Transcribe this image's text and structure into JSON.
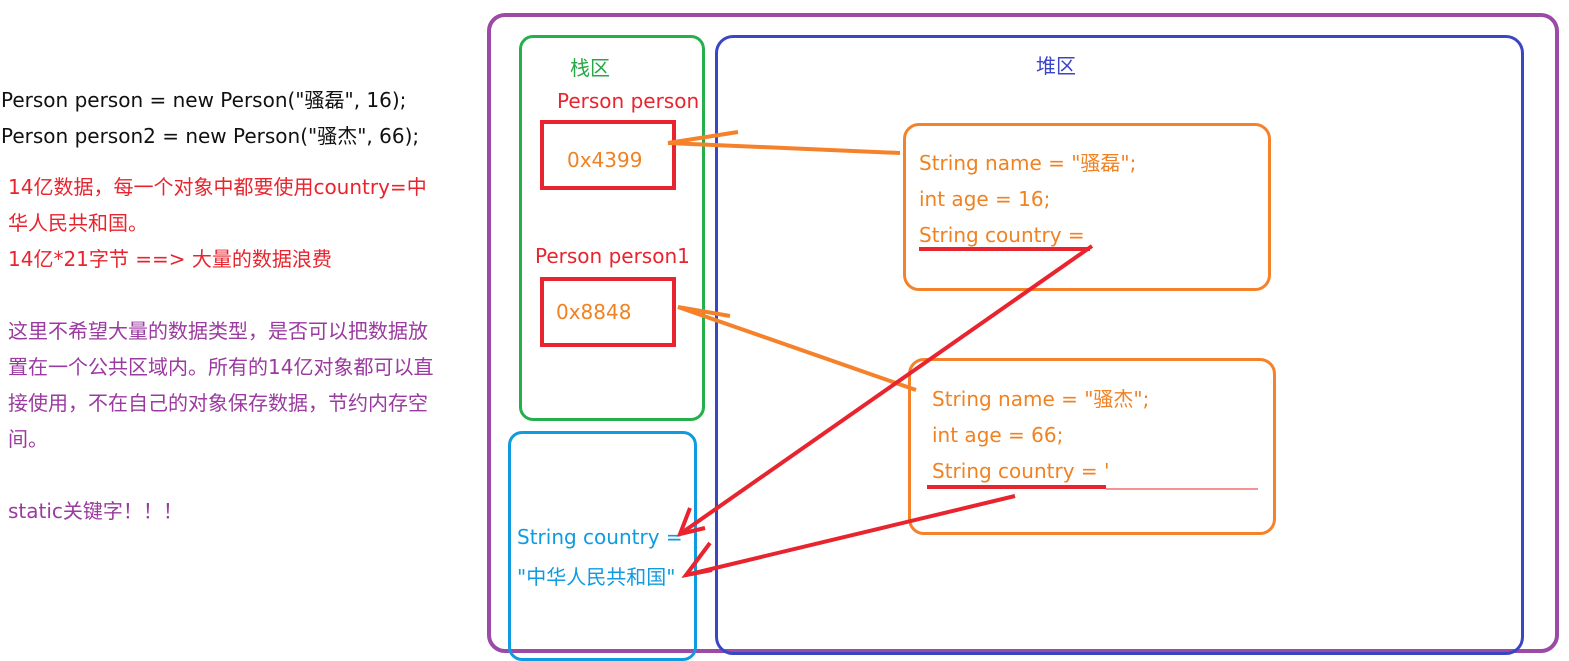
{
  "code": {
    "line1": "Person person = new Person(\"骚磊\", 16);",
    "line2": "Person person2 = new Person(\"骚杰\", 66);"
  },
  "notes": {
    "red_line1": "14亿数据，每一个对象中都要使用country=中",
    "red_line2": "华人民共和国。",
    "red_line3": "14亿*21字节 ==> 大量的数据浪费",
    "purple_line1": "这里不希望大量的数据类型，是否可以把数据放",
    "purple_line2": "置在一个公共区域内。所有的14亿对象都可以直",
    "purple_line3": "接使用，不在自己的对象保存数据，节约内存空",
    "purple_line4": "间。",
    "static_line": "static关键字！！！"
  },
  "stack": {
    "title": "栈区",
    "var1_label": "Person person",
    "var1_addr": "0x4399",
    "var2_label": "Person person1",
    "var2_addr": "0x8848"
  },
  "heap": {
    "title": "堆区",
    "obj1": {
      "name": "String name = \"骚磊\";",
      "age": "int age = 16;",
      "country": "String country ="
    },
    "obj2": {
      "name": "String name = \"骚杰\";",
      "age": "int age = 66;",
      "country": "String country = '"
    }
  },
  "shared": {
    "line1": "String country =",
    "line2": "\"中华人民共和国\""
  },
  "colors": {
    "outer": "#9b4aa6",
    "stack": "#25b04b",
    "heap": "#3b46c4",
    "shared": "#109be0",
    "object": "#f5822a",
    "addr_box": "#e8242e",
    "arrow_orange": "#f5822a",
    "arrow_red": "#e8242e"
  }
}
